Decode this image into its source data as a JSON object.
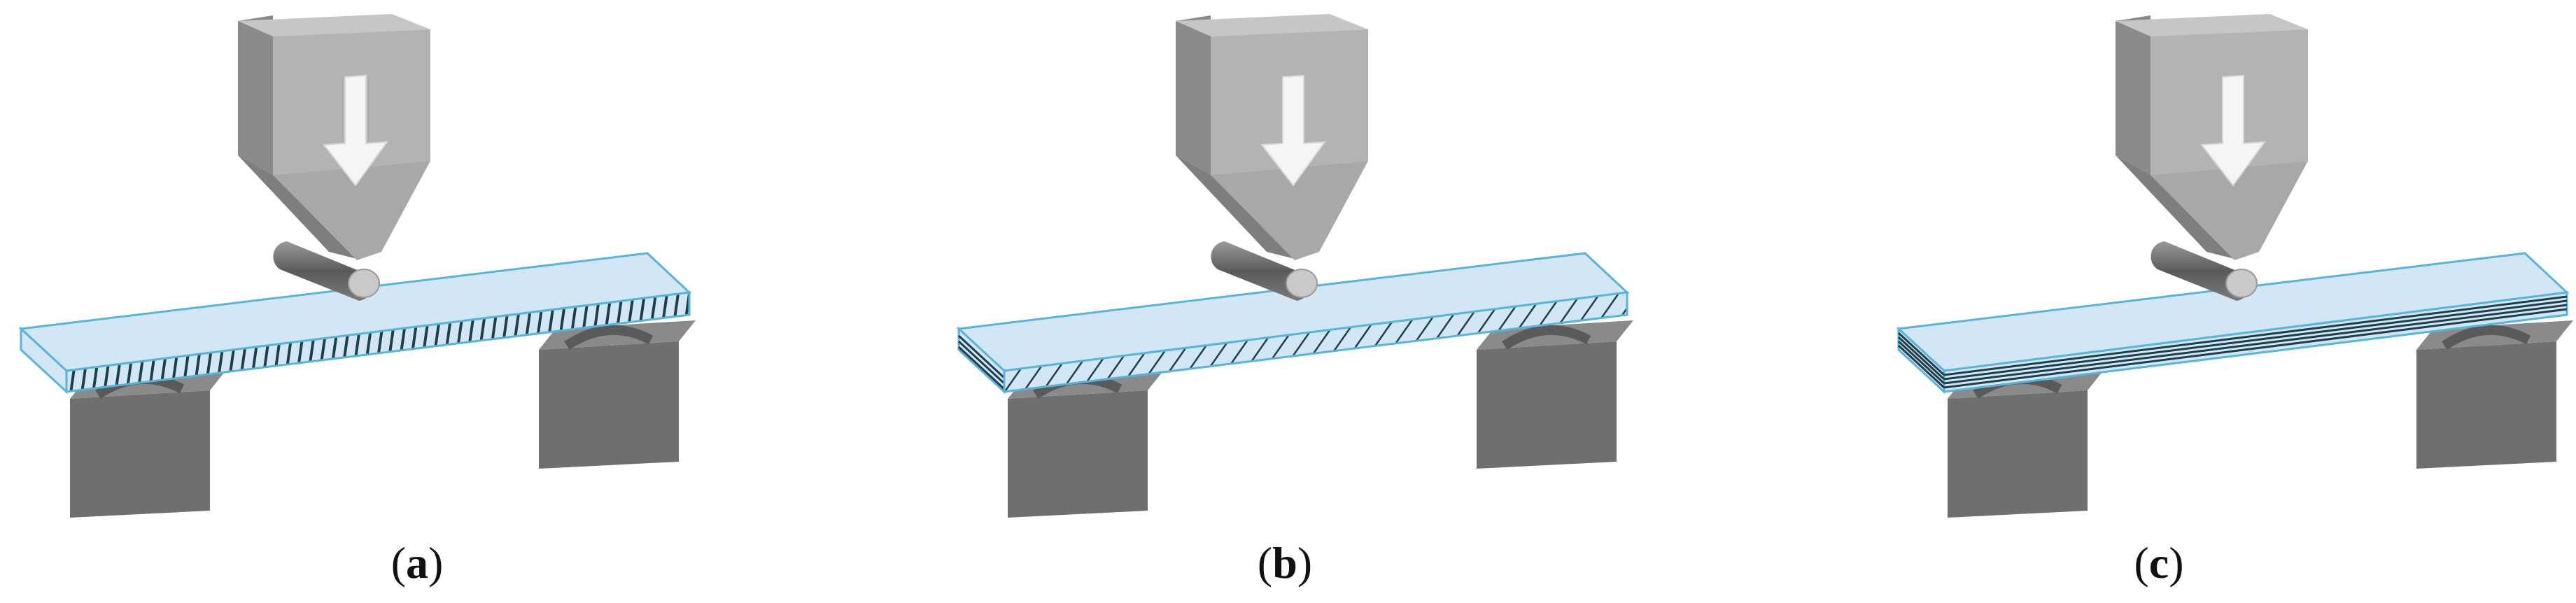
{
  "figure": {
    "panels": [
      {
        "id": "a",
        "label_open": "(",
        "label_letter": "a",
        "label_close": ")",
        "layup": "vertical-stripes"
      },
      {
        "id": "b",
        "label_open": "(",
        "label_letter": "b",
        "label_close": ")",
        "layup": "diagonal-stripes"
      },
      {
        "id": "c",
        "label_open": "(",
        "label_letter": "c",
        "label_close": ")",
        "layup": "stacked-layers"
      }
    ],
    "colors": {
      "specimen_fill": "#d3e6f5",
      "specimen_edge": "#5ab3d8",
      "stripe": "#1f3e4c",
      "support_dark": "#6f6f6f",
      "support_light": "#8a8a8a",
      "punch_dark": "#8c8c8c",
      "punch_light": "#b1b1b1",
      "arrow": "#f5f5f5"
    }
  }
}
